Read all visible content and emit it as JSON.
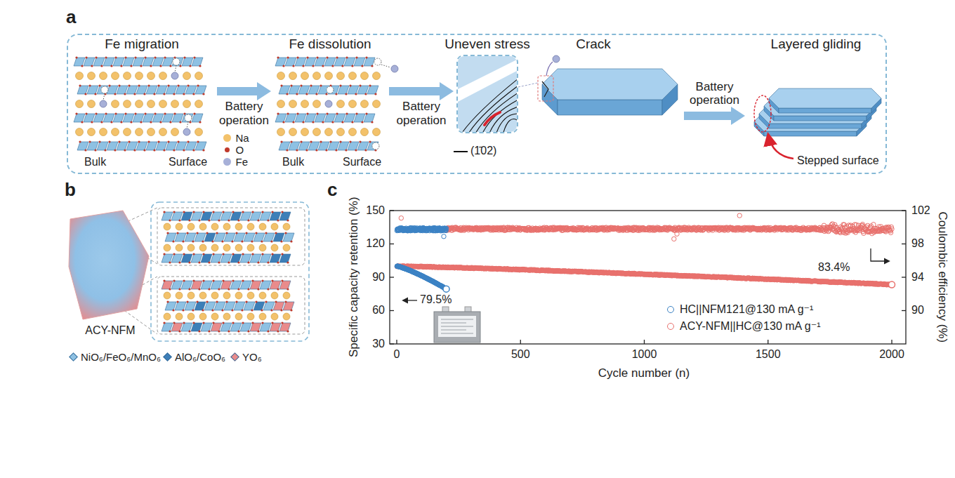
{
  "diagram": {
    "nodes": [
      {
        "text": [
          "a"
        ]
      },
      {
        "text": [
          "Fe migration",
          "Bulk",
          "Surface"
        ],
        "in": 0
      },
      {
        "text": [
          "Fe dissolution",
          "Bulk",
          "Surface"
        ],
        "in": 0
      },
      {
        "text": [
          "Uneven stress"
        ],
        "in": 0
      },
      {
        "text": [
          "Crack"
        ],
        "in": 0
      },
      {
        "text": [
          "Layered gliding",
          "Stepped surface"
        ],
        "in": 0
      },
      {
        "text": [
          "ACY-NFM"
        ]
      }
    ],
    "edges": [
      {
        "from": 1,
        "to": 2,
        "arrow": "to",
        "label": "Battery operation"
      },
      {
        "from": 2,
        "to": 3,
        "arrow": "to",
        "label": "Battery operation"
      },
      {
        "from": 4,
        "to": 5,
        "arrow": "to",
        "label": "Battery operation"
      }
    ],
    "labels": [
      "b",
      "c",
      "(1̄02)",
      "150",
      "120",
      "90",
      "60",
      "30",
      "0",
      "500",
      "1000",
      "1500",
      "2000",
      "102",
      "98",
      "94",
      "90",
      "Specific capacity retention (%)",
      "Coulombic efficiency (%)",
      "Cycle number (n)",
      "79.5%",
      "83.4%"
    ],
    "legend": [
      {
        "text": "Na",
        "color": "#f3c26b"
      },
      {
        "text": "O",
        "color": "#c0392b"
      },
      {
        "text": "Fe",
        "color": "#a7b0d8"
      },
      {
        "text": "NiO₆/FeO₆/MnO₆",
        "color": "#8ec1e3"
      },
      {
        "text": "AlO₆/CoO₆",
        "color": "#3d7fb8"
      },
      {
        "text": "YO₆",
        "color": "#e98b8b"
      },
      {
        "text": "HC||NFM121@130 mA g⁻¹"
      },
      {
        "text": "ACY-NFM||HC@130 mA g⁻¹"
      }
    ]
  }
}
